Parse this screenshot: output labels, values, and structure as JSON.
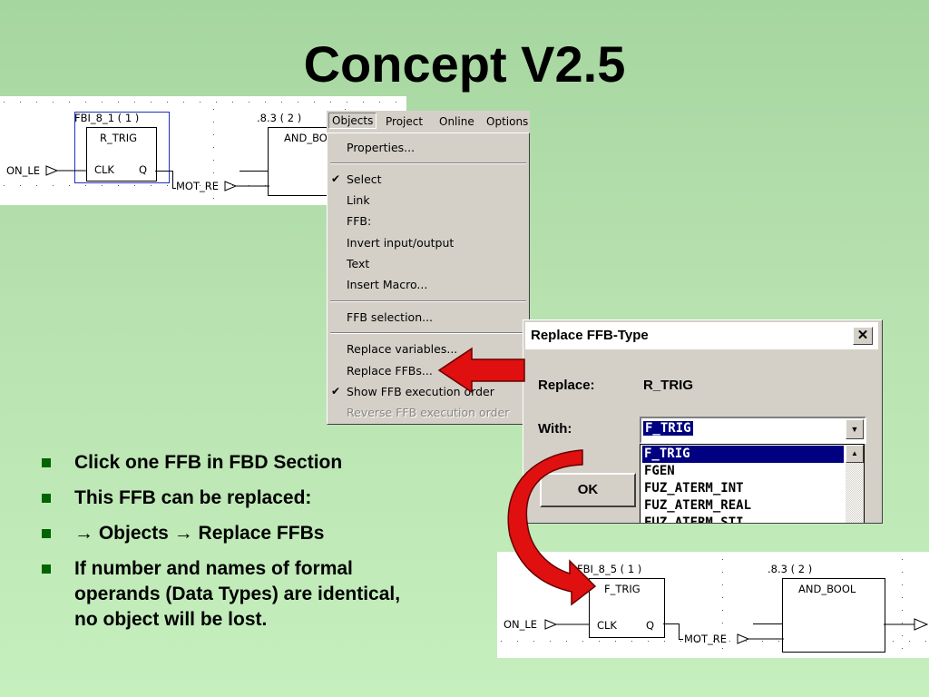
{
  "title": "Concept V2.5",
  "top_fbd": {
    "instance_label": "FBI_8_1 ( 1 )",
    "second_label": ".8.3 ( 2 )",
    "block_type": "R_TRIG",
    "pin_clk": "CLK",
    "pin_q": "Q",
    "block2_type": "AND_BO",
    "input_var": "ON_LE",
    "output_var": "MOT_RE"
  },
  "menu": {
    "menubar": [
      "Objects",
      "Project",
      "Online",
      "Options"
    ],
    "items": {
      "properties": "Properties...",
      "select": "Select",
      "link": "Link",
      "ffb": "FFB:",
      "invert": "Invert input/output",
      "text": "Text",
      "insert_macro": "Insert Macro...",
      "ffb_selection": "FFB selection...",
      "replace_variables": "Replace variables...",
      "replace_ffbs": "Replace FFBs...",
      "show_order": "Show FFB execution order",
      "reverse_order": "Reverse FFB execution order"
    },
    "checks": {
      "select": "✔",
      "show_order": "✔"
    }
  },
  "dialog": {
    "title": "Replace FFB-Type",
    "close": "✕",
    "replace_label": "Replace:",
    "replace_value": "R_TRIG",
    "with_label": "With:",
    "with_value": "F_TRIG",
    "combo_arrow": "▼",
    "list": [
      "F_TRIG",
      "FGEN",
      "FUZ_ATERM_INT",
      "FUZ_ATERM_REAL",
      "FUZ_ATERM_STI"
    ],
    "scroll_up": "▲",
    "ok": "OK"
  },
  "bullets": [
    "Click one FFB in FBD Section",
    "This FFB can be replaced:",
    "→ Objects → Replace FFBs",
    "If number and names of formal operands (Data Types) are identical, no object will be lost."
  ],
  "bottom_fbd": {
    "instance_label": "FBI_8_5 ( 1 )",
    "second_label": ".8.3 ( 2 )",
    "block_type": "F_TRIG",
    "pin_clk": "CLK",
    "pin_q": "Q",
    "block2_type": "AND_BOOL",
    "input_var": "ON_LE",
    "output_var": "MOT_RE"
  },
  "colors": {
    "arrow_red": "#e01010",
    "bullet_green": "#006400",
    "select_blue": "#000080"
  }
}
